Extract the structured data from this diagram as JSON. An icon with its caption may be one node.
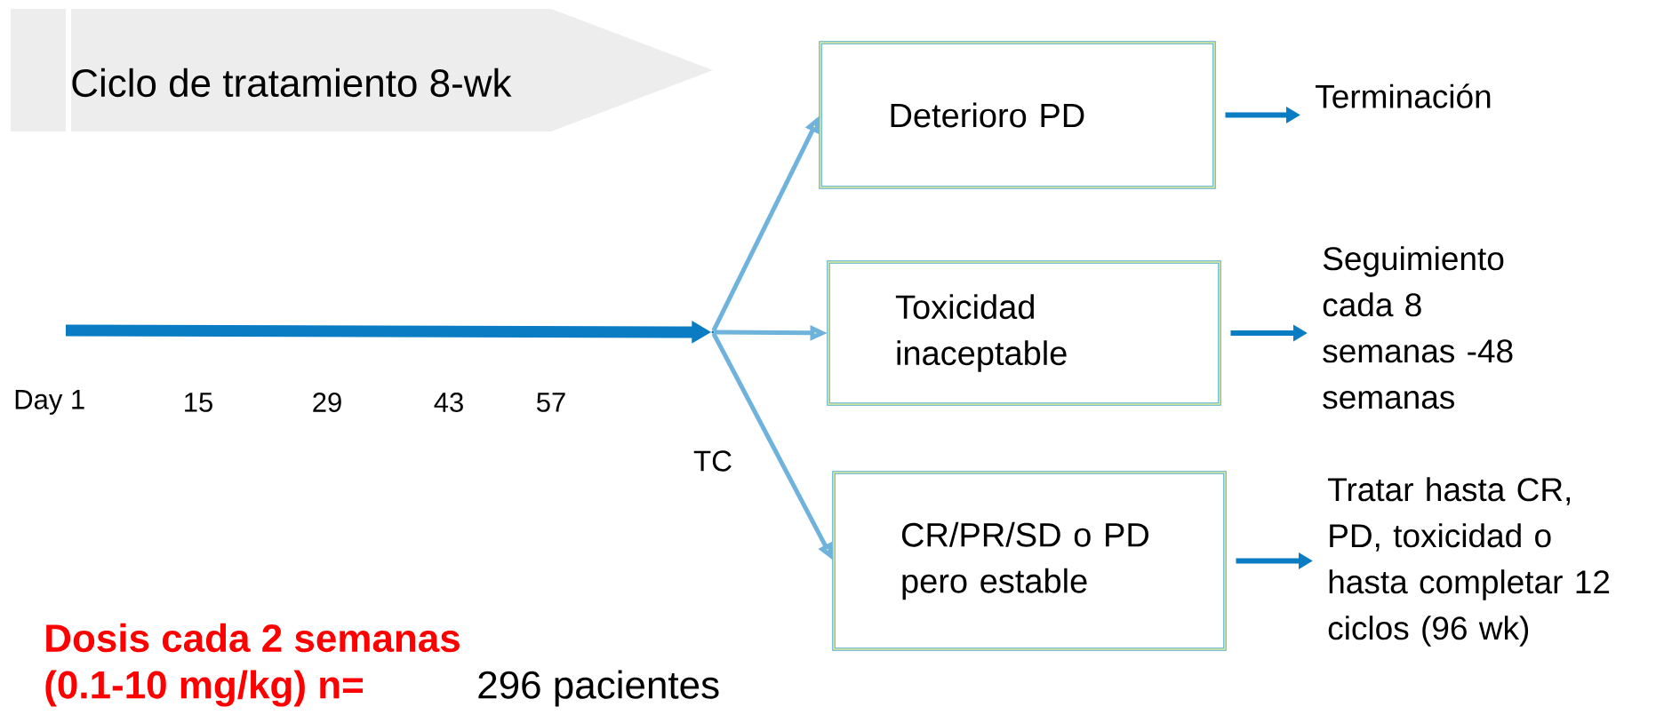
{
  "diagram": {
    "nodes": [
      {
        "text": [
          "Ciclo de tratamiento 8-wk"
        ]
      },
      {
        "text": [],
        "shape": "point"
      },
      {
        "text": [
          "Deterioro PD"
        ]
      },
      {
        "text": [
          "Toxicidad inaceptable"
        ]
      },
      {
        "text": [
          "CR/PR/SD o PD pero estable"
        ]
      },
      {
        "text": [
          "Terminación"
        ]
      },
      {
        "text": [
          "Seguimiento cada 8 semanas -48 semanas"
        ]
      },
      {
        "text": [
          "Tratar hasta CR, PD, toxicidad o hasta completar 12 ciclos (96 wk)"
        ]
      }
    ],
    "edges": [
      {
        "from": null,
        "to": 1,
        "arrow": "to",
        "style": "thick"
      },
      {
        "from": 1,
        "to": 2,
        "arrow": "to",
        "color": "#6fb3dc"
      },
      {
        "from": 1,
        "to": 3,
        "arrow": "to",
        "color": "#6fb3dc"
      },
      {
        "from": 1,
        "to": 4,
        "arrow": "to",
        "color": "#6fb3dc"
      },
      {
        "from": 2,
        "to": 5,
        "arrow": "to"
      },
      {
        "from": 3,
        "to": 6,
        "arrow": "to"
      },
      {
        "from": 4,
        "to": 7,
        "arrow": "to"
      }
    ],
    "labels": [
      "Day 1",
      "15",
      "29",
      "43",
      "57",
      "TC",
      "Dosis cada 2 semanas",
      "(0.1-10 mg/kg)  n=",
      "296 pacientes"
    ]
  }
}
